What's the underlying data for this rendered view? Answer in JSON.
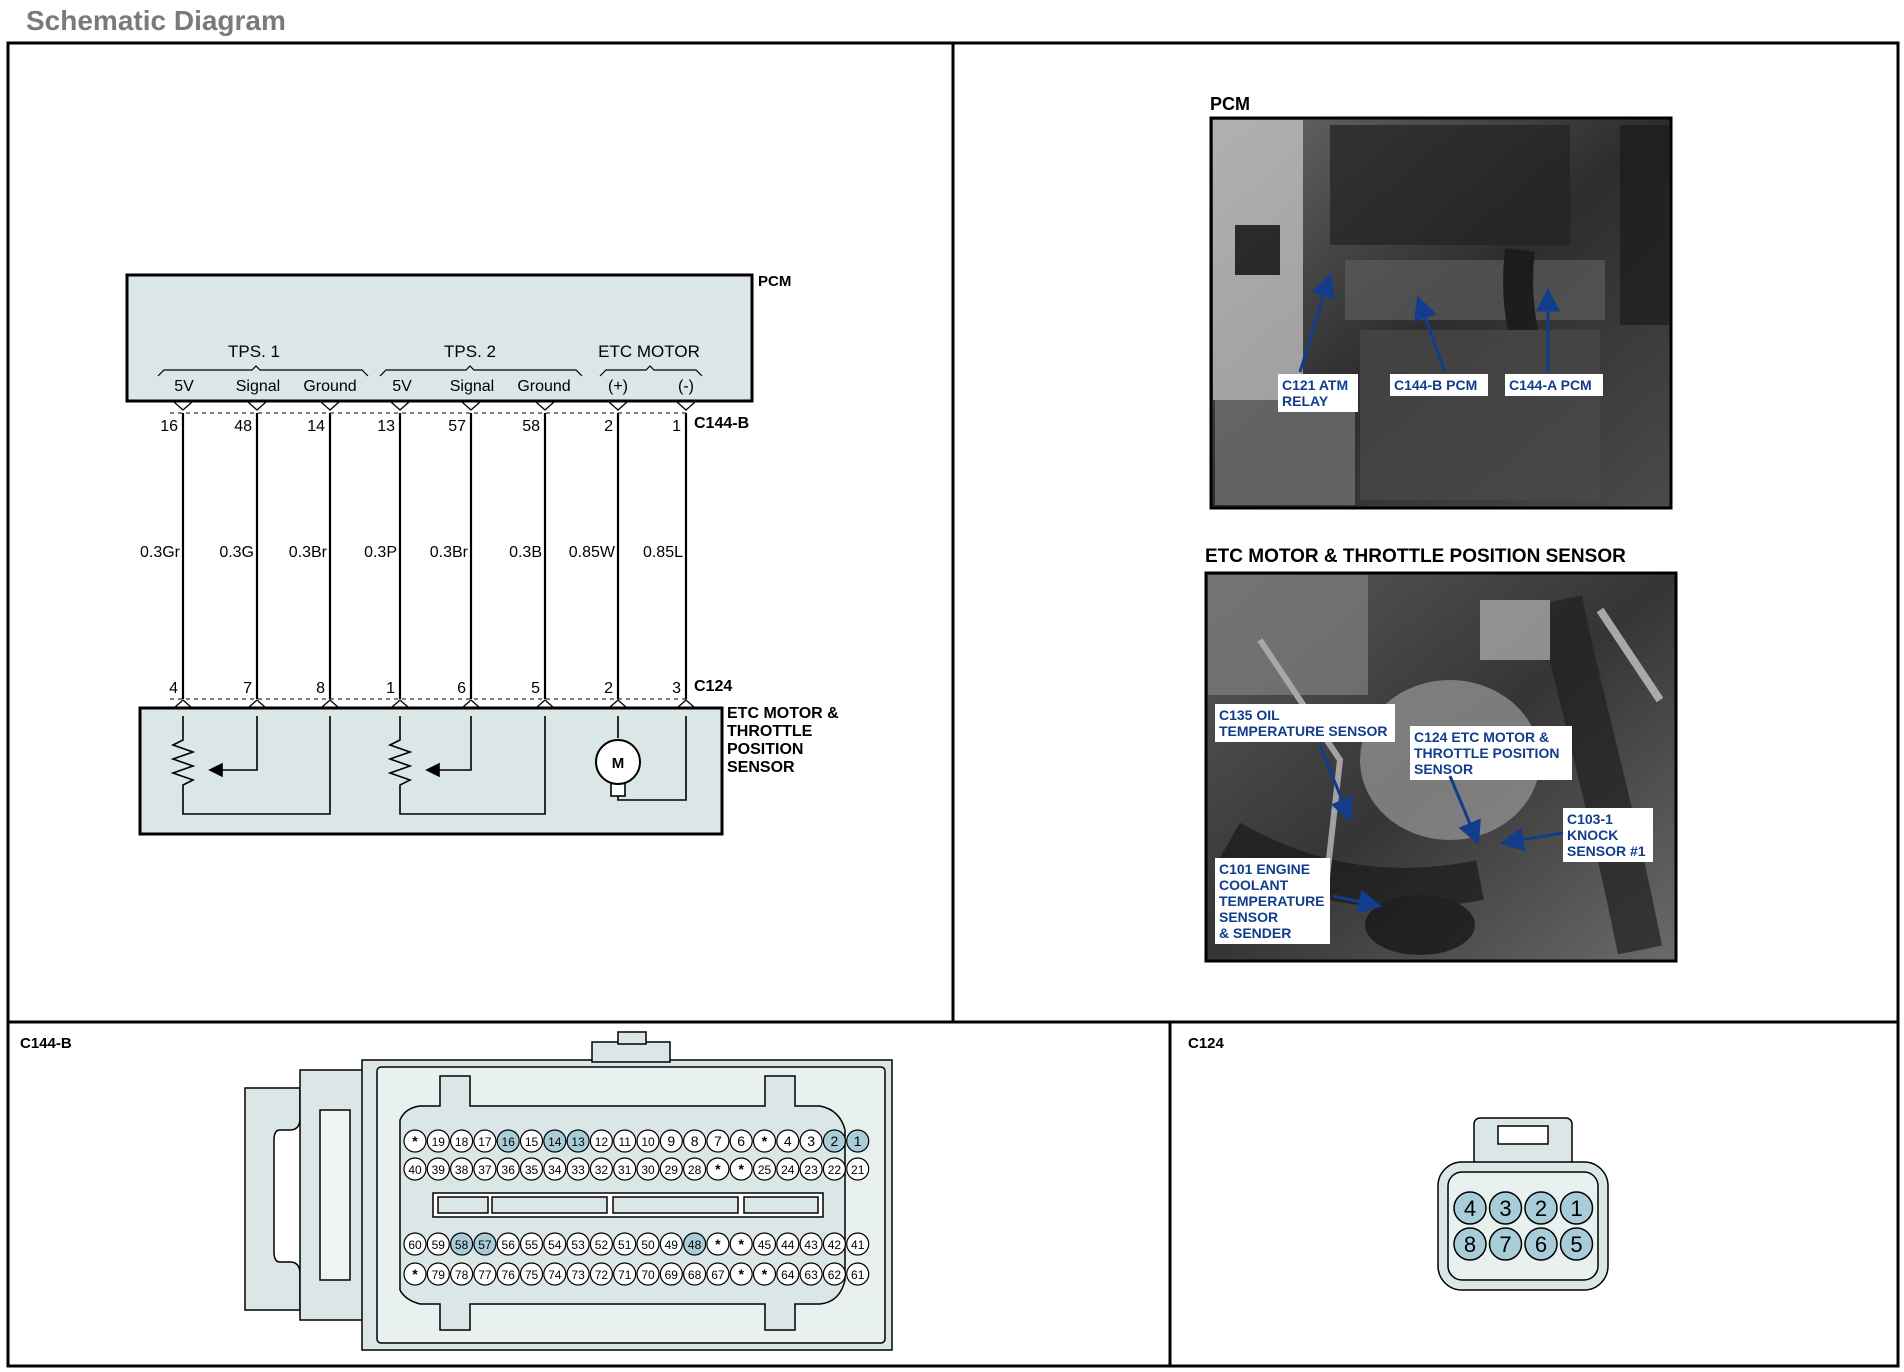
{
  "page_title": "Schematic Diagram",
  "schematic": {
    "pcm_label": "PCM",
    "groups": [
      "TPS. 1",
      "TPS. 2",
      "ETC MOTOR"
    ],
    "pin_names": [
      "5V",
      "Signal",
      "Ground",
      "5V",
      "Signal",
      "Ground",
      "(+)",
      "(-)"
    ],
    "pcm_pins": [
      "16",
      "48",
      "14",
      "13",
      "57",
      "58",
      "2",
      "1"
    ],
    "pcm_connector": "C144-B",
    "wires": [
      "0.3Gr",
      "0.3G",
      "0.3Br",
      "0.3P",
      "0.3Br",
      "0.3B",
      "0.85W",
      "0.85L"
    ],
    "sensor_pins": [
      "4",
      "7",
      "8",
      "1",
      "6",
      "5",
      "2",
      "3"
    ],
    "sensor_connector": "C124",
    "sensor_label": [
      "ETC MOTOR &",
      "THROTTLE",
      "POSITION",
      "SENSOR"
    ],
    "motor_symbol": "M"
  },
  "photos": {
    "pcm_title": "PCM",
    "pcm_callouts": [
      [
        "C121 ATM",
        "RELAY"
      ],
      [
        "C144-B PCM"
      ],
      [
        "C144-A PCM"
      ]
    ],
    "etc_title": "ETC MOTOR & THROTTLE POSITION SENSOR",
    "etc_callouts": [
      [
        "C135 OIL",
        "TEMPERATURE SENSOR"
      ],
      [
        "C124 ETC MOTOR &",
        "THROTTLE POSITION",
        "SENSOR"
      ],
      [
        "C103-1",
        "KNOCK",
        "SENSOR #1"
      ],
      [
        "C101 ENGINE",
        "COOLANT",
        "TEMPERATURE",
        "SENSOR",
        "& SENDER"
      ]
    ]
  },
  "connector_c144b": {
    "label": "C144-B",
    "rows": [
      [
        "*",
        "19",
        "18",
        "17",
        "16",
        "15",
        "14",
        "13",
        "12",
        "11",
        "10",
        "9",
        "8",
        "7",
        "6",
        "*",
        "4",
        "3",
        "2",
        "1"
      ],
      [
        "40",
        "39",
        "38",
        "37",
        "36",
        "35",
        "34",
        "33",
        "32",
        "31",
        "30",
        "29",
        "28",
        "*",
        "*",
        "25",
        "24",
        "23",
        "22",
        "21"
      ],
      [
        "60",
        "59",
        "58",
        "57",
        "56",
        "55",
        "54",
        "53",
        "52",
        "51",
        "50",
        "49",
        "48",
        "*",
        "*",
        "45",
        "44",
        "43",
        "42",
        "41"
      ],
      [
        "*",
        "79",
        "78",
        "77",
        "76",
        "75",
        "74",
        "73",
        "72",
        "71",
        "70",
        "69",
        "68",
        "67",
        "*",
        "*",
        "64",
        "63",
        "62",
        "61"
      ]
    ],
    "highlighted": [
      "16",
      "14",
      "13",
      "2",
      "1",
      "58",
      "57",
      "48"
    ]
  },
  "connector_c124": {
    "label": "C124",
    "rows": [
      [
        "4",
        "3",
        "2",
        "1"
      ],
      [
        "8",
        "7",
        "6",
        "5"
      ]
    ]
  },
  "colors": {
    "panel_fill": "#dbe6e6",
    "pin_highlight": "#a9cdd8",
    "callout_text": "#123c8c",
    "photo_dark": "#3a3a3a"
  }
}
